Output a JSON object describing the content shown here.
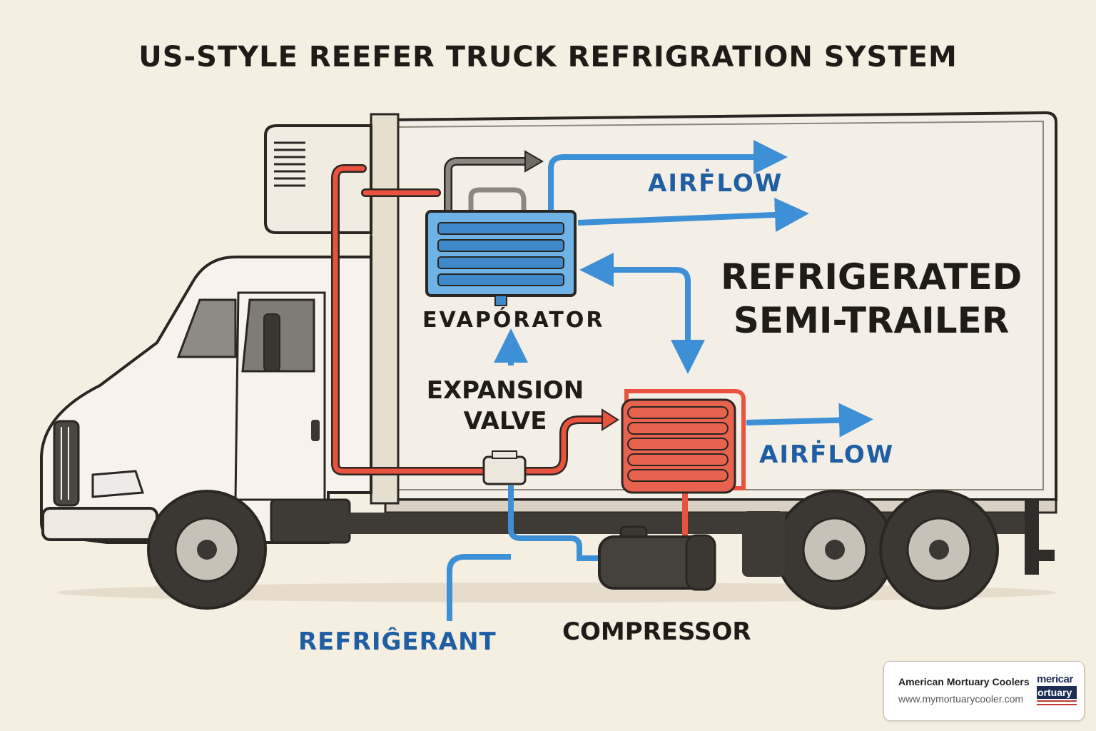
{
  "title": "US-STYLE REEFER TRUCK REFRIGRATION SYSTEM",
  "trailer_label": "REFRIGERATED\nSEMI-TRAILER",
  "labels": {
    "evaporator": "EVAPÓRATOR",
    "expansion_valve": "EXPANSION\nVALVE",
    "airflow_top": "AIRḞLOW",
    "airflow_bottom": "AIRḞLOW",
    "refrigerant": "REFRIĜERANT",
    "compressor": "COMPRESSOR"
  },
  "badge": {
    "name": "American Mortuary Coolers",
    "url": "www.mymortuarycooler.com",
    "logo_line1": "mericar",
    "logo_line2": "ortuary"
  },
  "colors": {
    "background": "#f5efe2",
    "warm_line": "#e8523f",
    "cold_line": "#3d8fd6",
    "evaporator_fill": "#6fb3e6",
    "condenser_fill": "#e8624d",
    "outline": "#2a2723",
    "label_blue": "#1f5ea3"
  }
}
